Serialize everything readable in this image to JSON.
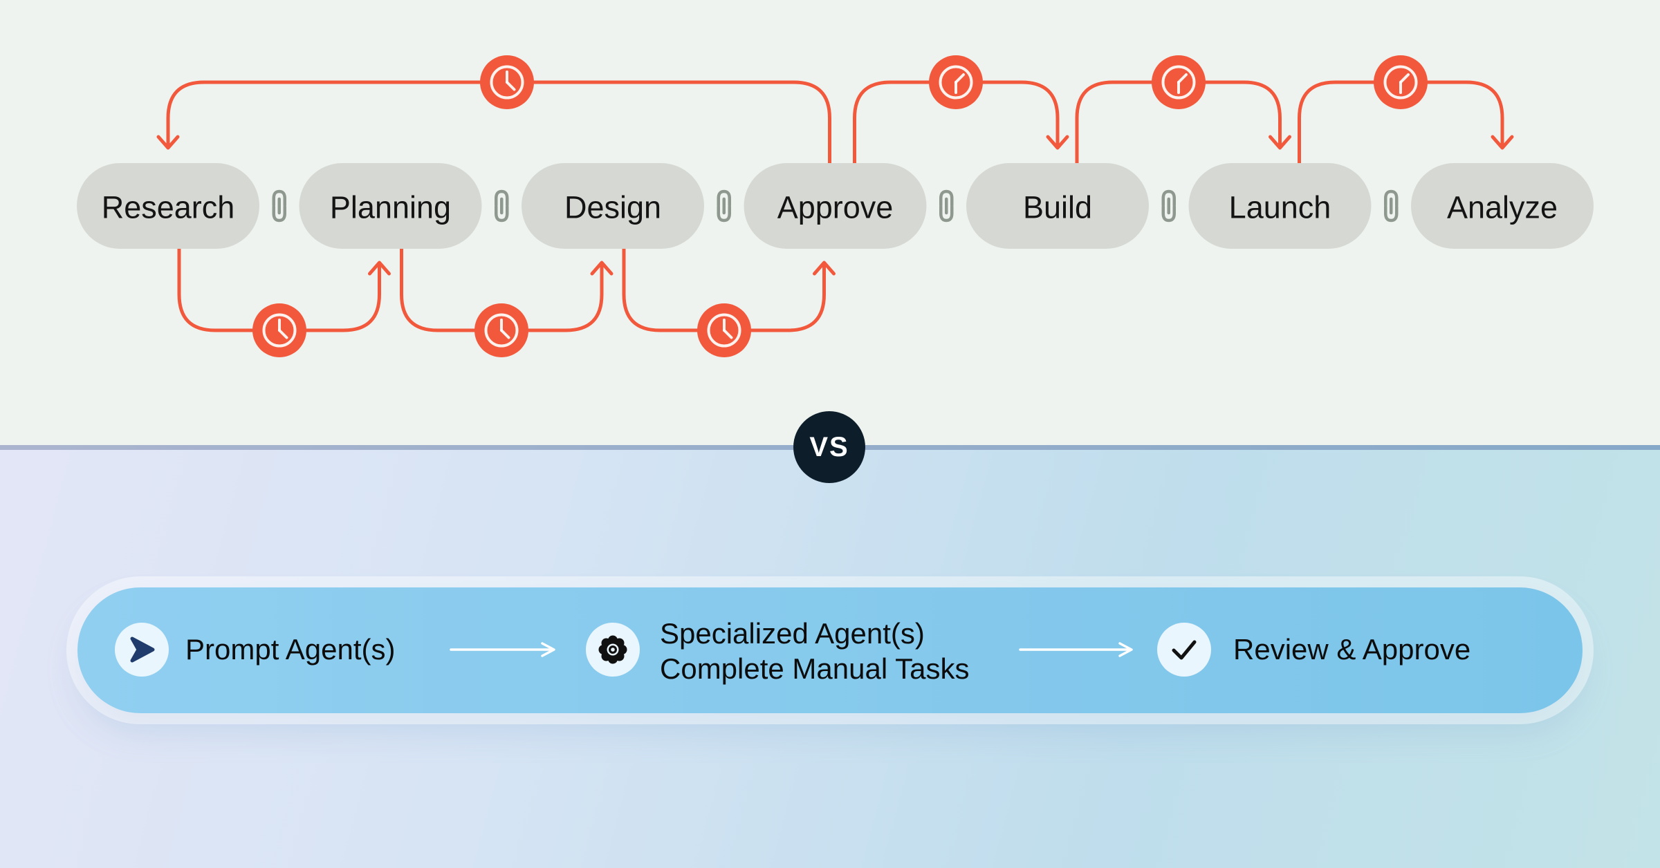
{
  "theme": {
    "accent_orange": "#F2593C",
    "pill_fill": "#D6D9D3",
    "pill_text": "#141414",
    "link_icon_color": "#8E988F",
    "top_background": "#EFF3F0",
    "divider_color": "#97AECB",
    "bottom_background_start": "#E3E6F6",
    "bottom_background_end": "#C2E3E8",
    "bar_fill_start": "#90CFF0",
    "bar_fill_end": "#7CC5EA",
    "vs_badge_fill": "#0D1E2A",
    "vs_badge_text": "#FFFFFF",
    "icon_circle_fill": "#EAF6FD",
    "prompt_arrow_color": "#1F3C6D",
    "bar_text_color": "#0C0C0C",
    "clock_face_color": "#FFFFFF"
  },
  "workflow": {
    "stages": [
      {
        "label": "Research"
      },
      {
        "label": "Planning"
      },
      {
        "label": "Design"
      },
      {
        "label": "Approve"
      },
      {
        "label": "Build"
      },
      {
        "label": "Launch"
      },
      {
        "label": "Analyze"
      }
    ],
    "connectors": {
      "back_loop": {
        "from": "Approve",
        "to": "Research",
        "icon": "clock-icon"
      },
      "forward_arcs": [
        {
          "from": "Approve",
          "to": "Build",
          "icon": "clock-icon"
        },
        {
          "from": "Build",
          "to": "Launch",
          "icon": "clock-icon"
        },
        {
          "from": "Launch",
          "to": "Analyze",
          "icon": "clock-icon"
        }
      ],
      "bottom_loops": [
        {
          "from": "Research",
          "to": "Planning",
          "icon": "clock-icon"
        },
        {
          "from": "Planning",
          "to": "Design",
          "icon": "clock-icon"
        },
        {
          "from": "Design",
          "to": "Approve",
          "icon": "clock-icon"
        }
      ],
      "between_stages_icon": "chain-link-icon"
    }
  },
  "vs_badge": {
    "label": "VS"
  },
  "agent_bar": {
    "items": [
      {
        "icon": "send-arrow-icon",
        "label": "Prompt Agent(s)"
      },
      {
        "icon": "gear-icon",
        "label_lines": [
          "Specialized Agent(s)",
          "Complete Manual Tasks"
        ]
      },
      {
        "icon": "check-icon",
        "label": "Review & Approve"
      }
    ]
  }
}
